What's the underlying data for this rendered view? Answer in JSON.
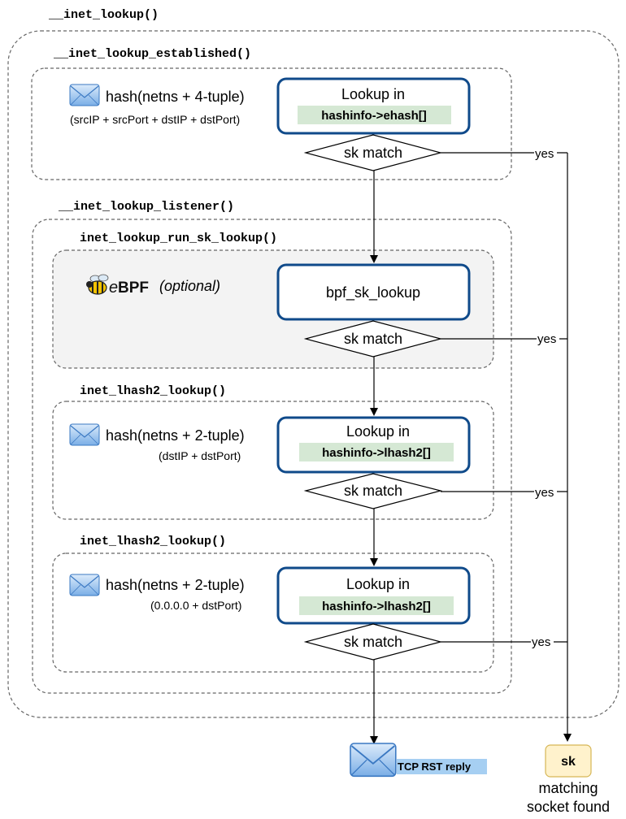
{
  "labels": {
    "inet_lookup": "__inet_lookup()",
    "established": "__inet_lookup_established()",
    "listener": "__inet_lookup_listener()",
    "run_sk_lookup": "inet_lookup_run_sk_lookup()",
    "lhash2_a": "inet_lhash2_lookup()",
    "lhash2_b": "inet_lhash2_lookup()"
  },
  "established": {
    "hash": "hash(netns + 4-tuple)",
    "hash_detail": "(srcIP + srcPort + dstIP + dstPort)",
    "lookup_title": "Lookup in",
    "lookup_table": "hashinfo->ehash[]"
  },
  "ebpf": {
    "logo_text": "BPF",
    "logo_e": "e",
    "optional": "(optional)",
    "program": "bpf_sk_lookup"
  },
  "lhash2_a": {
    "hash": "hash(netns + 2-tuple)",
    "hash_detail": "(dstIP + dstPort)",
    "lookup_title": "Lookup in",
    "lookup_table": "hashinfo->lhash2[]"
  },
  "lhash2_b": {
    "hash": "hash(netns + 2-tuple)",
    "hash_detail": "(0.0.0.0 + dstPort)",
    "lookup_title": "Lookup in",
    "lookup_table": "hashinfo->lhash2[]"
  },
  "decision": {
    "label": "sk match",
    "yes": "yes"
  },
  "result": {
    "rst": "TCP RST reply",
    "sk": "sk",
    "found_line1": "matching",
    "found_line2": "socket found"
  },
  "colors": {
    "box_border": "#0f4a8a",
    "table_highlight": "#d5e8d4",
    "rst_highlight": "#a6cff2",
    "sk_fill": "#fff2cc",
    "sk_border": "#d6b656",
    "ebpf_bg": "#f3f3f3",
    "envelope": "#7aaee6"
  },
  "icons": {
    "hash": "envelope-icon",
    "ebpf": "bee-icon"
  }
}
